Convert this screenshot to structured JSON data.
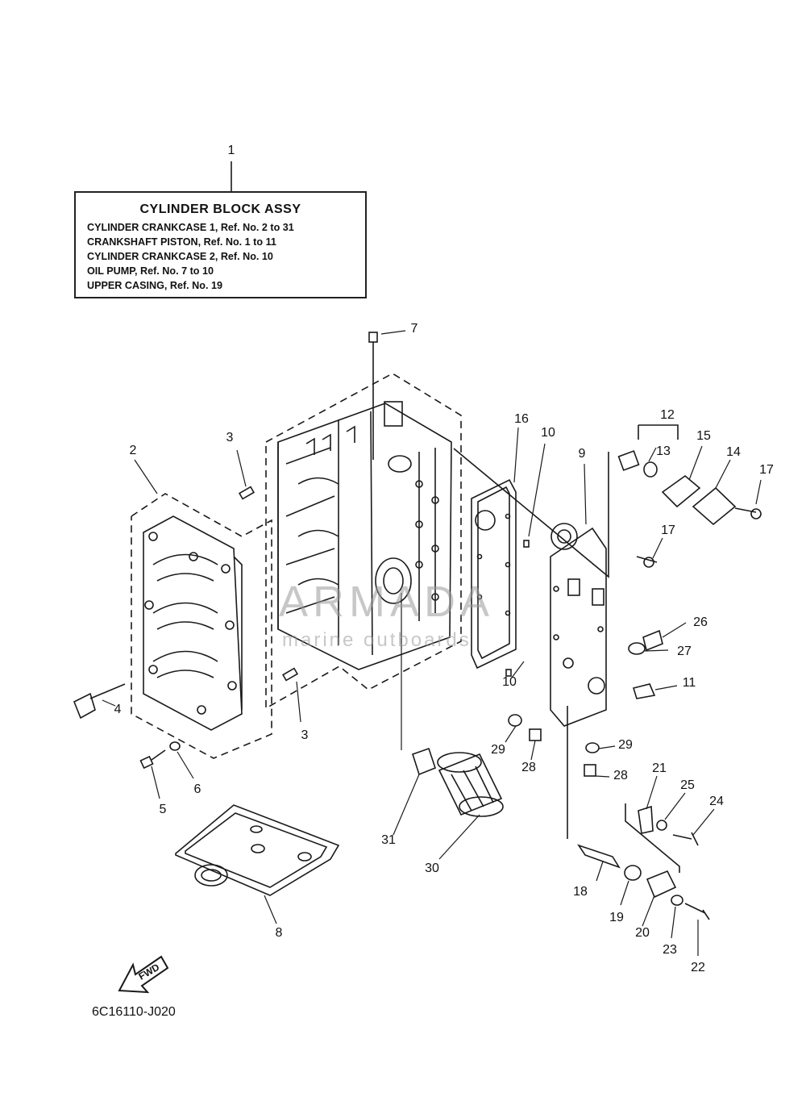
{
  "legend": {
    "title": "CYLINDER BLOCK ASSY",
    "lines": [
      "CYLINDER CRANKCASE 1,  Ref. No. 2 to 31",
      "CRANKSHAFT PISTON,  Ref. No. 1 to 11",
      "CYLINDER CRANKCASE 2,  Ref. No. 10",
      "OIL PUMP,  Ref. No. 7 to 10",
      "UPPER CASING,  Ref. No. 19"
    ]
  },
  "callouts": [
    "1",
    "2",
    "3",
    "3",
    "4",
    "5",
    "6",
    "7",
    "8",
    "9",
    "10",
    "10",
    "11",
    "12",
    "13",
    "14",
    "15",
    "16",
    "17",
    "17",
    "18",
    "19",
    "20",
    "21",
    "22",
    "23",
    "24",
    "25",
    "26",
    "27",
    "28",
    "28",
    "29",
    "29",
    "30",
    "31"
  ],
  "watermark": {
    "brand": "ARMADA",
    "tagline": "marine outboards"
  },
  "fwd_label": "FWD",
  "drawing_code": "6C16110-J020"
}
